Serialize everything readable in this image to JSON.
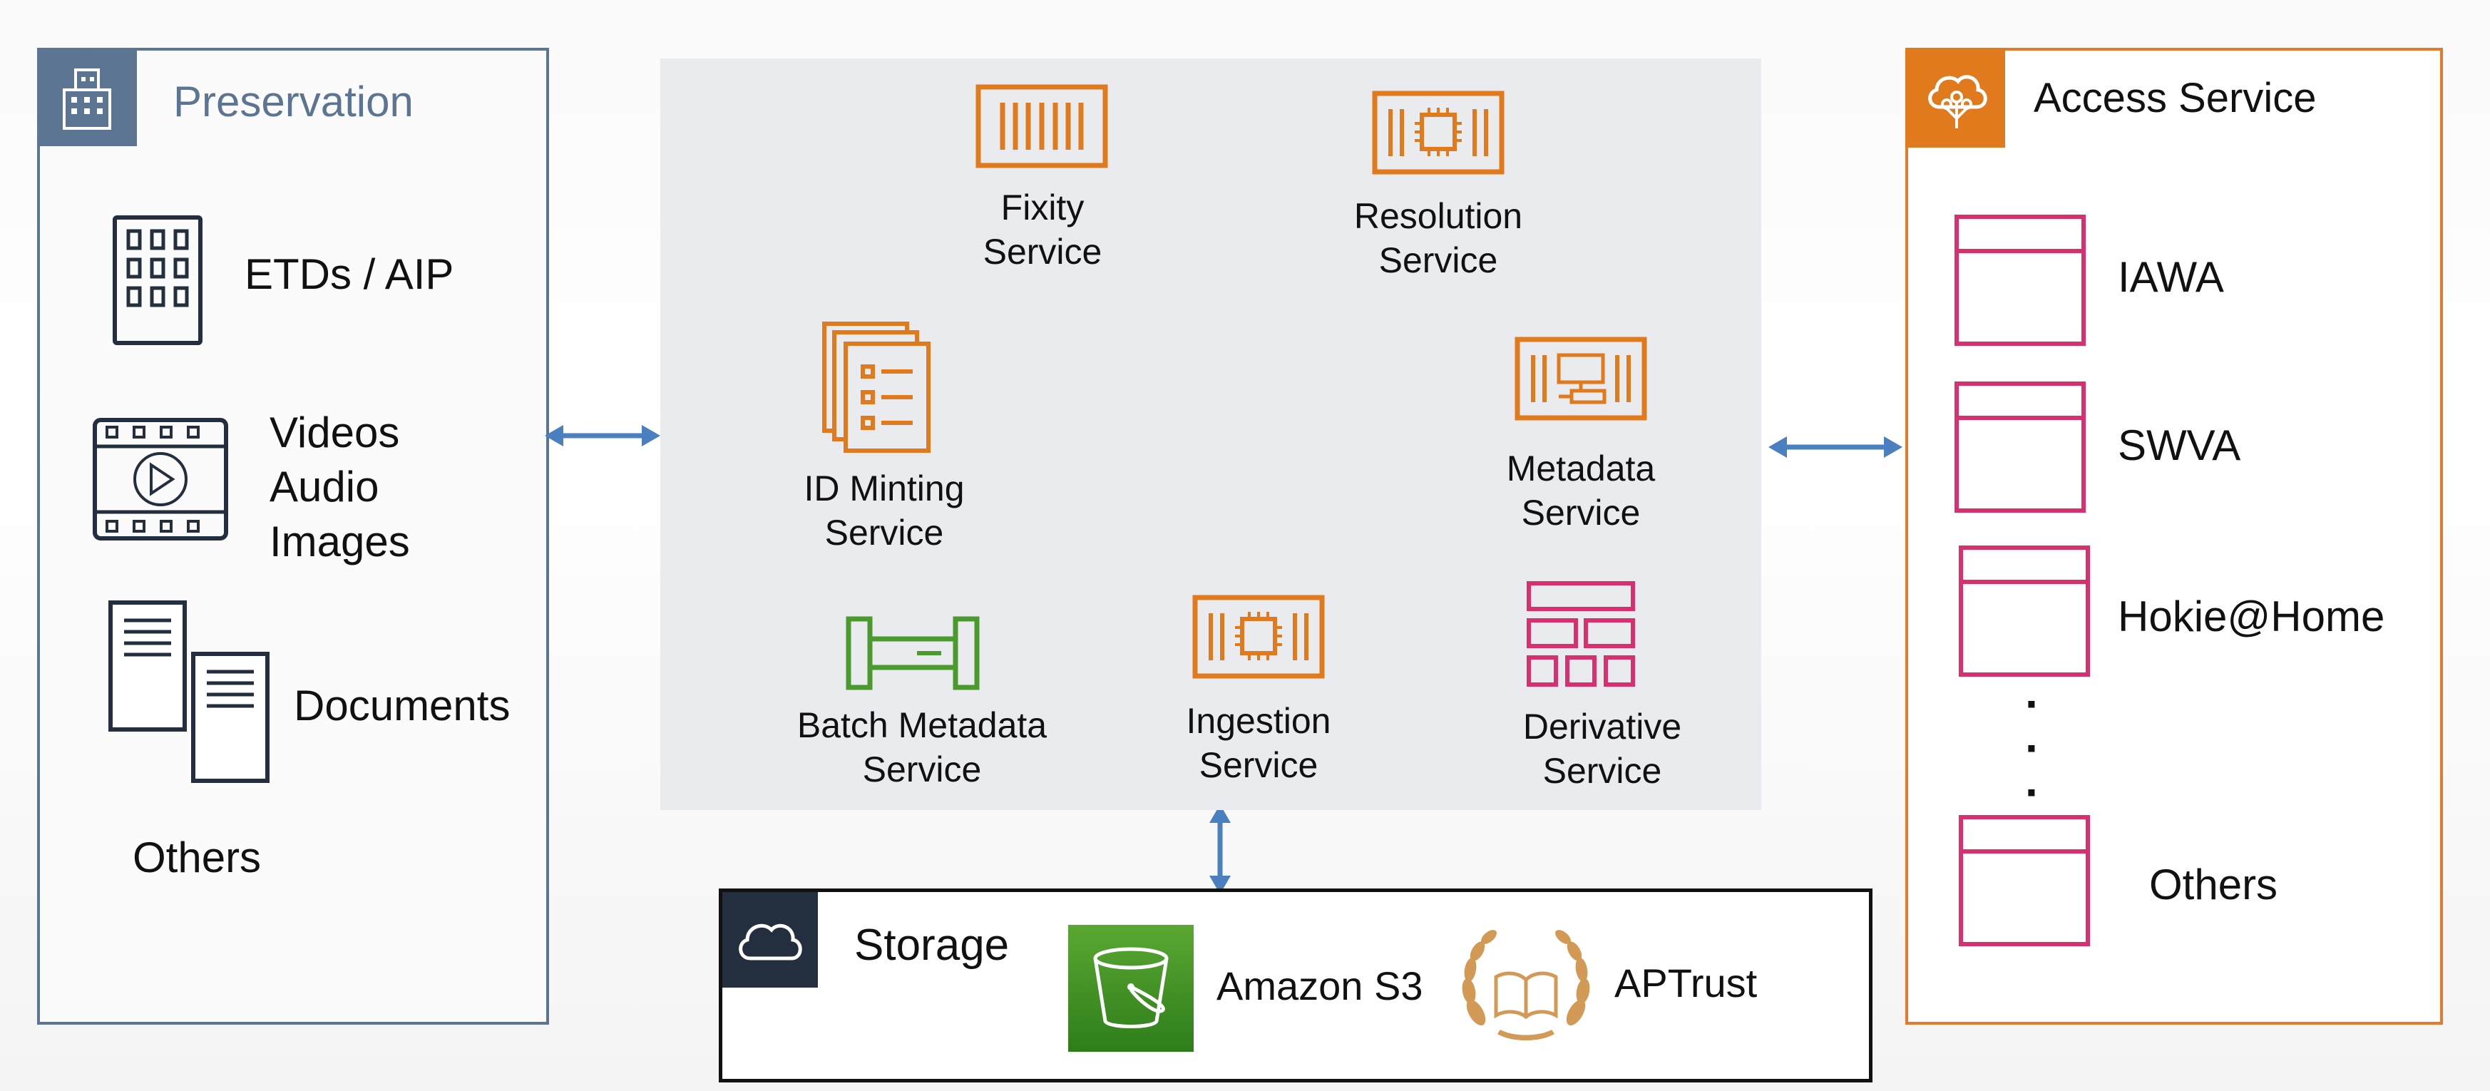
{
  "colors": {
    "preservation_border": "#5c7593",
    "aws_orange": "#e07a1c",
    "access_border": "#e27b2e",
    "pink": "#d8306e",
    "green": "#4a9a2e",
    "arrow": "#4a7fc0",
    "panel_gray": "#e9ebee",
    "storage_header": "#232f3e"
  },
  "preservation": {
    "title": "Preservation",
    "icon": "building-icon",
    "items": {
      "etds": "ETDs / AIP",
      "media1": "Videos",
      "media2": "Audio",
      "media3": "Images",
      "documents": "Documents",
      "others": "Others"
    }
  },
  "services": {
    "fixity1": "Fixity",
    "fixity2": "Service",
    "resolution1": "Resolution",
    "resolution2": "Service",
    "idminting1": "ID Minting",
    "idminting2": "Service",
    "metadata1": "Metadata",
    "metadata2": "Service",
    "batch1": "Batch Metadata",
    "batch2": "Service",
    "ingestion1": "Ingestion",
    "ingestion2": "Service",
    "derivative1": "Derivative",
    "derivative2": "Service"
  },
  "access": {
    "title": "Access Service",
    "icon": "cloud-tree-icon",
    "items": [
      "IAWA",
      "SWVA",
      "Hokie@Home",
      "Others"
    ],
    "dots": [
      "·",
      "·",
      "·"
    ]
  },
  "storage": {
    "title": "Storage",
    "icon": "cloud-icon",
    "s3": "Amazon S3",
    "aptrust": "APTrust"
  }
}
